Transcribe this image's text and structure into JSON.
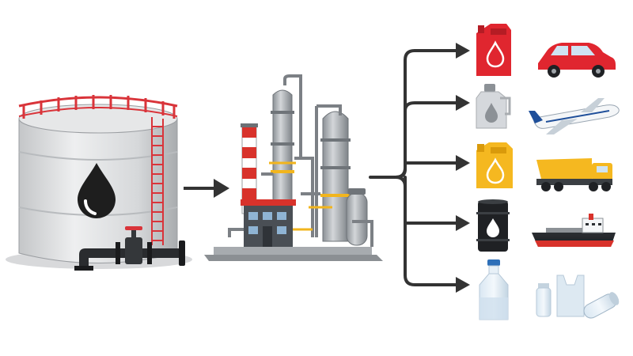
{
  "diagram": {
    "kind": "crude-oil-to-products-flow",
    "stages": [
      {
        "id": "storage",
        "icon": "oil-storage-tank-icon"
      },
      {
        "id": "refinery",
        "icon": "oil-refinery-icon"
      }
    ],
    "outputs": [
      {
        "product_icon": "red-jerry-can-icon",
        "use_icon": "car-icon"
      },
      {
        "product_icon": "grey-oil-bottle-icon",
        "use_icon": "airplane-icon"
      },
      {
        "product_icon": "yellow-jerry-can-icon",
        "use_icon": "dump-truck-icon"
      },
      {
        "product_icon": "black-oil-barrel-icon",
        "use_icon": "cargo-ship-icon"
      },
      {
        "product_icon": "plastic-bottle-icon",
        "use_icon": "plastic-products-icon"
      }
    ],
    "colors": {
      "arrow": "#333333",
      "tank_body": "#d9dadb",
      "tank_rim": "#d9343a",
      "drop": "#1e1e1e",
      "red_can": "#e0262f",
      "yellow_can": "#f5b820",
      "refinery_grey": "#9ea3a8",
      "stripe_red": "#d8322b",
      "accent_yellow": "#f2b51d"
    }
  }
}
